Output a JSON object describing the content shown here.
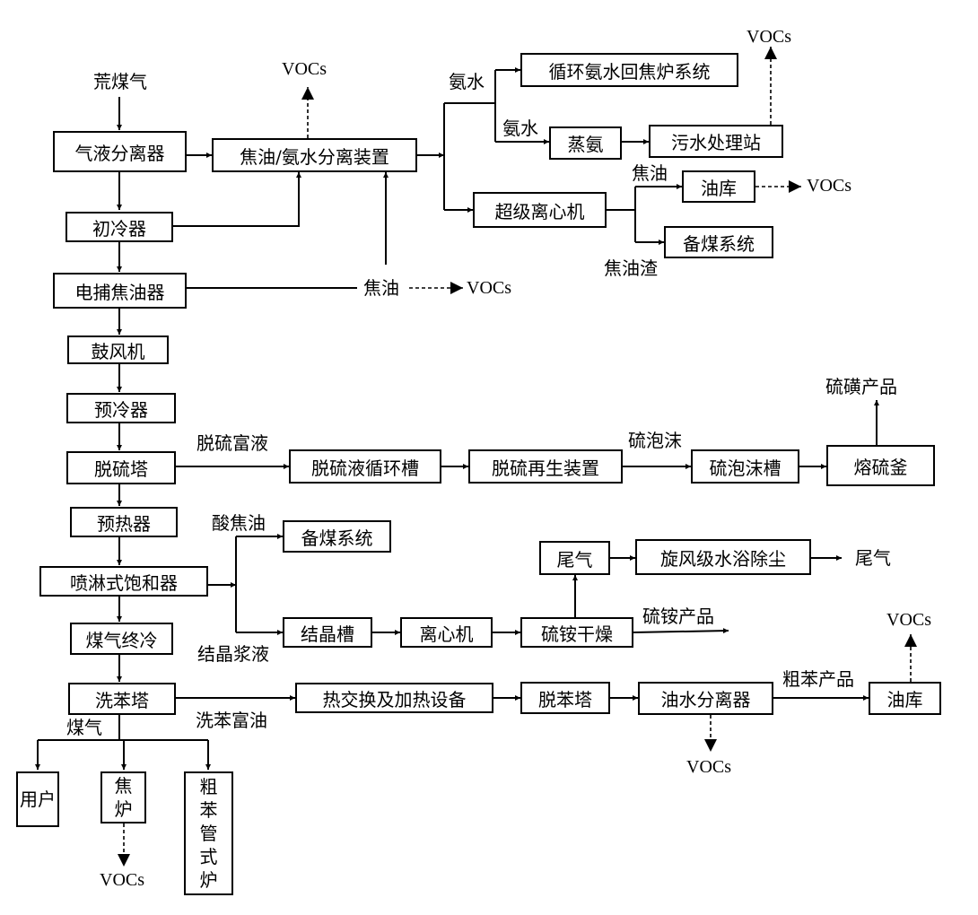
{
  "nodes": {
    "raw_gas": "荒煤气",
    "gas_liquid_separator": "气液分离器",
    "tar_ammonia_separator": "焦油/氨水分离装置",
    "primary_cooler": "初冷器",
    "electric_tar_catcher": "电捕焦油器",
    "blower": "鼓风机",
    "precooler": "预冷器",
    "desulfurization_tower": "脱硫塔",
    "preheater": "预热器",
    "spray_saturator": "喷淋式饱和器",
    "gas_final_cooler": "煤气终冷",
    "benzene_washer": "洗苯塔",
    "user": "用户",
    "coke_oven": "焦炉",
    "crude_benzene_furnace": "粗苯管式炉",
    "circulating_ammonia_return": "循环氨水回焦炉系统",
    "ammonia_still": "蒸氨",
    "wastewater_station": "污水处理站",
    "super_centrifuge": "超级离心机",
    "oil_depot_1": "油库",
    "coal_prep_1": "备煤系统",
    "desulf_circ_tank": "脱硫液循环槽",
    "desulf_regen": "脱硫再生装置",
    "sulfur_foam_tank": "硫泡沫槽",
    "sulfur_melter": "熔硫釜",
    "coal_prep_2": "备煤系统",
    "crystal_tank": "结晶槽",
    "centrifuge": "离心机",
    "ammonium_sulfate_dryer": "硫铵干燥",
    "tail_gas_box": "尾气",
    "cyclone_scrubber": "旋风级水浴除尘",
    "heat_exchange": "热交换及加热设备",
    "debenzolizer": "脱苯塔",
    "oil_water_separator": "油水分离器",
    "oil_depot_2": "油库"
  },
  "labels": {
    "ammonia_water_1": "氨水",
    "ammonia_water_2": "氨水",
    "tar_1": "焦油",
    "tar_residue": "焦油渣",
    "tar_2": "焦油",
    "rich_desulf_liquid": "脱硫富液",
    "sulfur_foam": "硫泡沫",
    "sulfur_product": "硫磺产品",
    "acid_tar": "酸焦油",
    "crystal_slurry": "结晶浆液",
    "ammonium_sulfate_product": "硫铵产品",
    "tail_gas": "尾气",
    "gas": "煤气",
    "benzene_rich_oil": "洗苯富油",
    "crude_benzene_product": "粗苯产品"
  },
  "vocs": {
    "tar_separator": "VOCs",
    "wastewater": "VOCs",
    "oil_depot_1": "VOCs",
    "tar_line": "VOCs",
    "oil_depot_2": "VOCs",
    "oil_water_separator": "VOCs",
    "coke_oven": "VOCs"
  }
}
